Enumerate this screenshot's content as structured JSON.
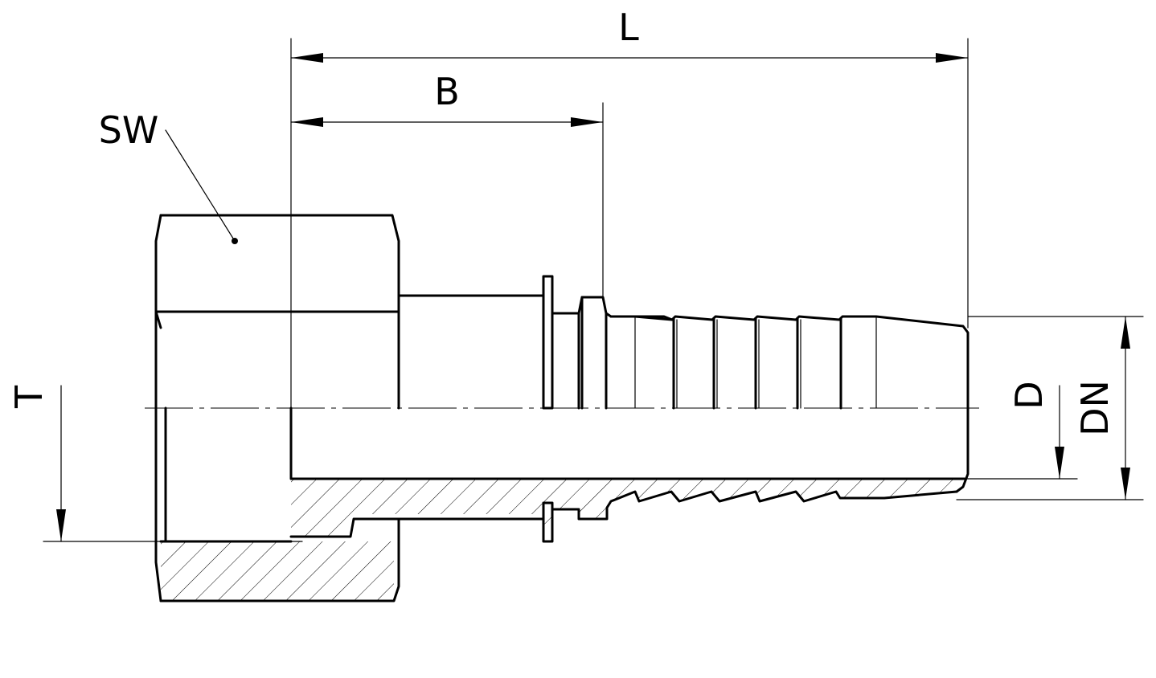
{
  "labels": {
    "L": "L",
    "B": "B",
    "SW": "SW",
    "T": "T",
    "D": "D",
    "DN": "DN"
  },
  "colors": {
    "line": "#000000",
    "background": "#ffffff"
  }
}
